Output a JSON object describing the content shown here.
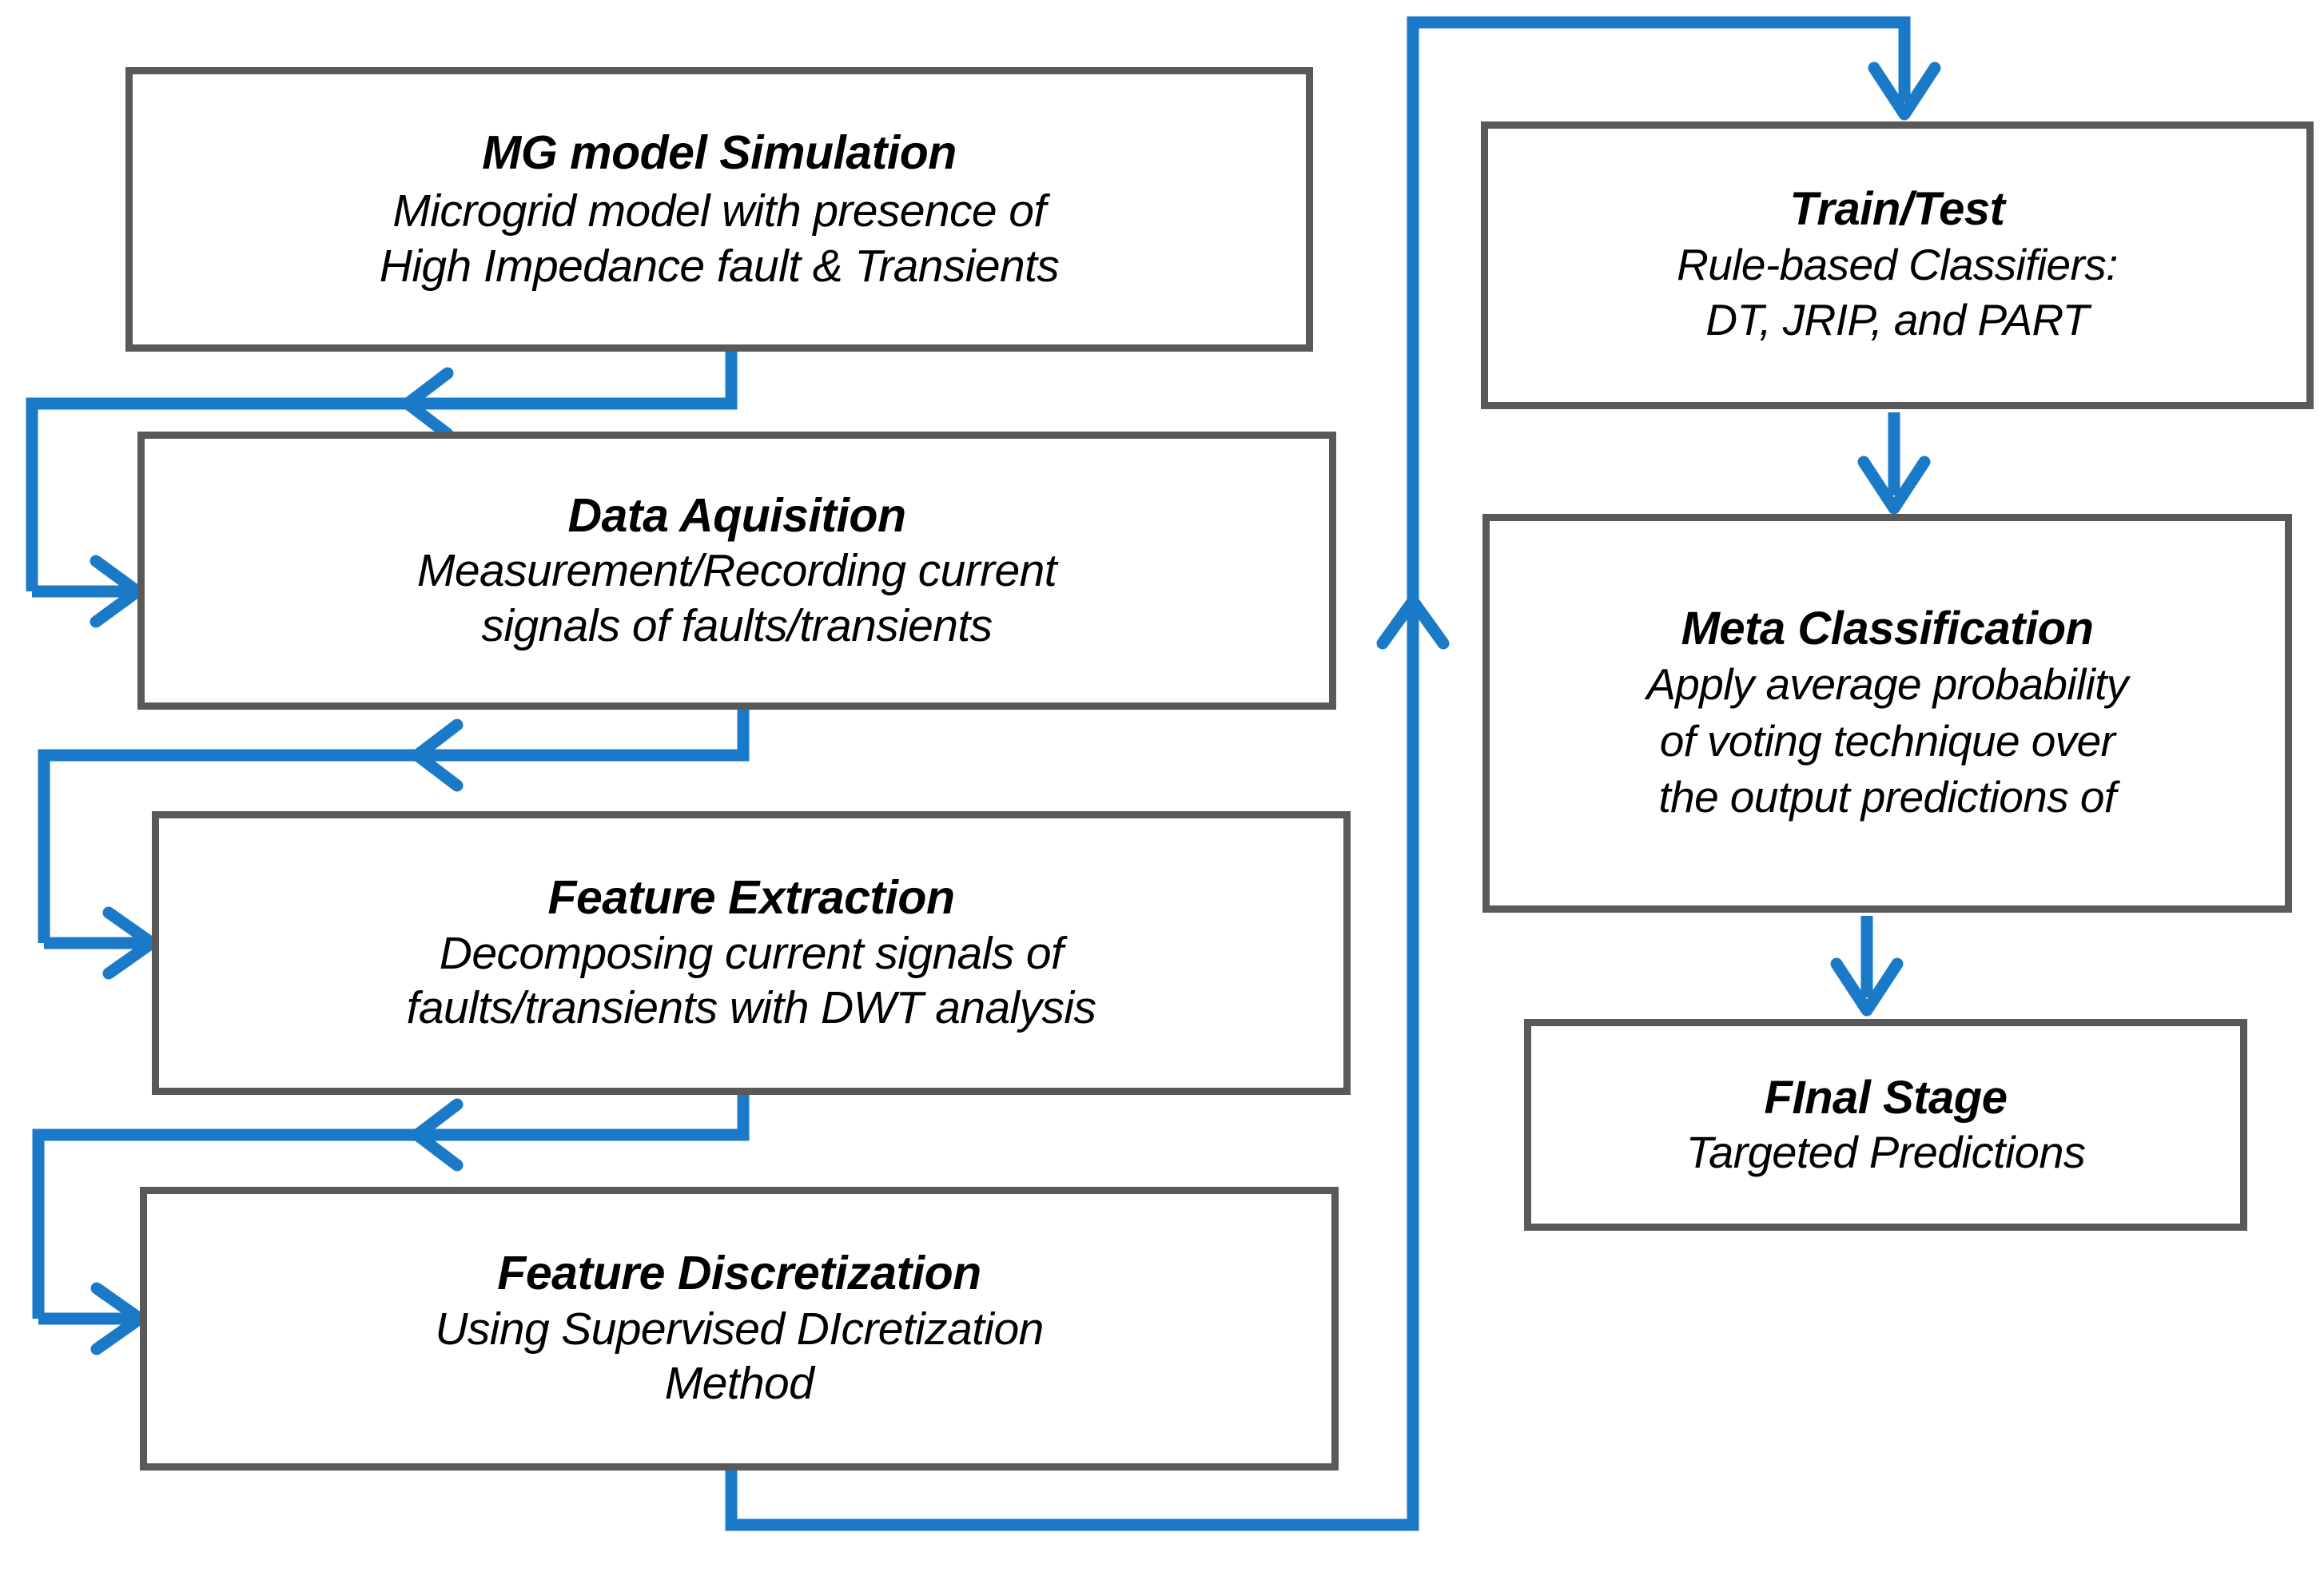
{
  "diagram": {
    "title": "Microgrid high impedance fault detection methodology flowchart",
    "colors": {
      "box_border": "#595959",
      "box_fill": "#FFFFFF",
      "connector": "#1B7AC8",
      "text": "#000000"
    },
    "nodes": [
      {
        "id": "mg-model-simulation",
        "title": "MG model Simulation",
        "lines": [
          "Microgrid model with presence of",
          "High Impedance fault & Transients"
        ]
      },
      {
        "id": "data-aquisition",
        "title": "Data Aquisition",
        "lines": [
          "Measurement/Recording  current",
          "signals of  faults/transients"
        ]
      },
      {
        "id": "feature-extraction",
        "title": "Feature Extraction",
        "lines": [
          "Decomposing current signals of",
          "faults/transients  with DWT analysis"
        ]
      },
      {
        "id": "feature-discretization",
        "title": "Feature Discretization",
        "lines": [
          "Using Supervised DIcretization",
          "Method"
        ]
      },
      {
        "id": "train-test",
        "title": "Train/Test",
        "lines": [
          "Rule-based Classifiers:",
          "DT, JRIP, and PART"
        ]
      },
      {
        "id": "meta-classification",
        "title": "Meta Classification",
        "lines": [
          "Apply average probability",
          "of voting technique over",
          "the output predictions of"
        ]
      },
      {
        "id": "final-stage",
        "title": "FInal Stage",
        "lines": [
          "Targeted Predictions"
        ]
      }
    ],
    "connectors": [
      {
        "id": "mg-to-data",
        "from": "mg-model-simulation",
        "to": "data-aquisition",
        "direction": "down-left-right"
      },
      {
        "id": "data-to-extraction",
        "from": "data-aquisition",
        "to": "feature-extraction",
        "direction": "down-left-right"
      },
      {
        "id": "extraction-to-discretization",
        "from": "feature-extraction",
        "to": "feature-discretization",
        "direction": "down-left-right"
      },
      {
        "id": "discretization-to-train",
        "from": "feature-discretization",
        "to": "train-test",
        "direction": "down-right-up-right-down"
      },
      {
        "id": "train-to-meta",
        "from": "train-test",
        "to": "meta-classification",
        "direction": "down"
      },
      {
        "id": "meta-to-final",
        "from": "meta-classification",
        "to": "final-stage",
        "direction": "down"
      }
    ]
  }
}
